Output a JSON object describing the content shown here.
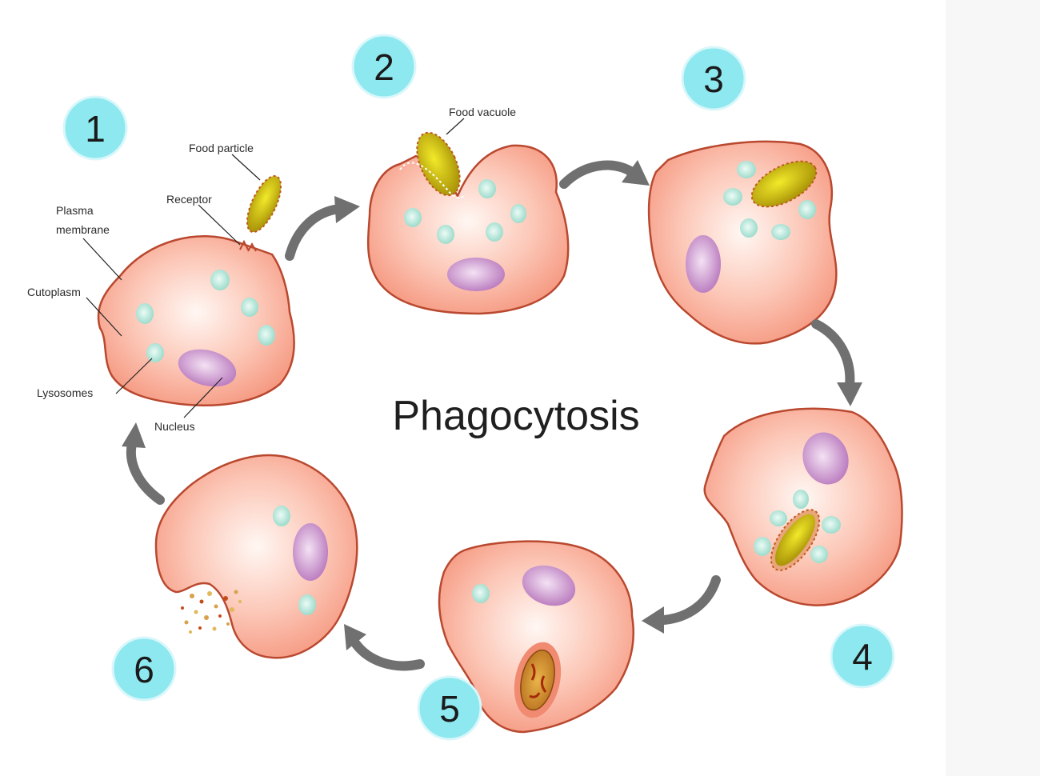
{
  "title": "Phagocytosis",
  "step_numbers": [
    "1",
    "2",
    "3",
    "4",
    "5",
    "6"
  ],
  "labels": {
    "food_particle": "Food particle",
    "receptor": "Receptor",
    "plasma_membrane_line1": "Plasma",
    "plasma_membrane_line2": "membrane",
    "cytoplasm": "Cutoplasm",
    "lysosomes": "Lysosomes",
    "nucleus": "Nucleus",
    "food_vacuole": "Food vacuole"
  },
  "colors": {
    "cell_fill": "#f8a590",
    "cell_outline": "#b9482f",
    "nucleus": "#c586c9",
    "lysosome": "#9ee0cf",
    "food": "#c9b80a",
    "step_circle": "#8ee8f0",
    "arrow": "#707070"
  }
}
